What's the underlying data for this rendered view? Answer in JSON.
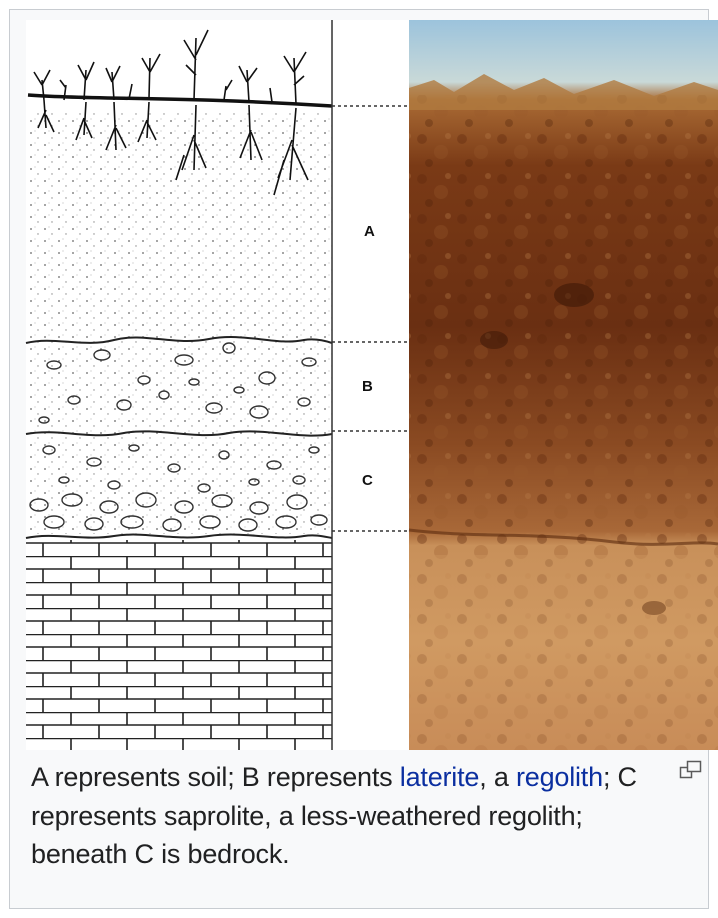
{
  "figure": {
    "horizon_labels": {
      "a": "A",
      "b": "B",
      "c": "C"
    }
  },
  "caption": {
    "part1": "A represents soil; B represents ",
    "link_laterite": "laterite",
    "part2": ", a ",
    "link_regolith": "regolith",
    "part3": "; C represents saprolite, a less-weathered regolith; beneath C is bedrock."
  },
  "icons": {
    "enlarge": "magnify-clip-icon"
  },
  "colors": {
    "link": "#0b2fa0",
    "caption_text": "#202122",
    "thumb_bg": "#f8f9fa",
    "border": "#c8ccd1"
  }
}
